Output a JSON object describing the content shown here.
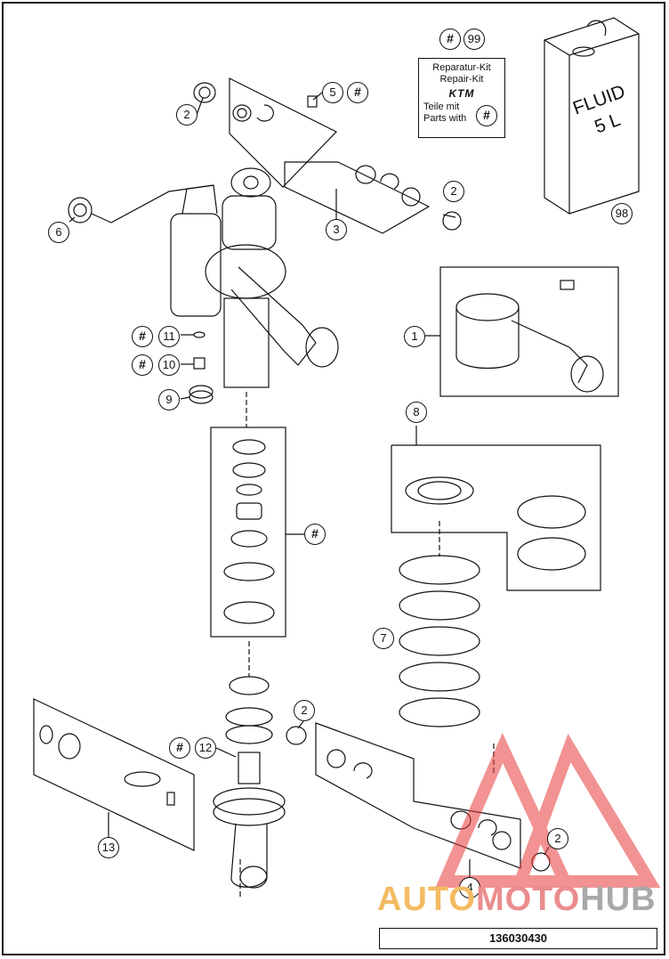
{
  "document_number": "136030430",
  "watermark": {
    "part1": "AUTO",
    "part2": "MOTO",
    "part3": "HUB"
  },
  "kit_label": {
    "line1": "Reparatur-Kit",
    "line2": "Repair-Kit",
    "brand": "KTM",
    "line3": "Teile mit",
    "line4": "Parts with",
    "hash": "#"
  },
  "fluid_can": {
    "line1": "FLUID",
    "line2": "5 L"
  },
  "callouts": {
    "c99": "99",
    "c99_hash": "#",
    "c98": "98",
    "c2a": "2",
    "c5": "5",
    "c5_hash": "#",
    "c2b": "2",
    "c3": "3",
    "c6": "6",
    "c1": "1",
    "c11": "11",
    "c11_hash": "#",
    "c10": "10",
    "c10_hash": "#",
    "c9": "9",
    "c8": "8",
    "c_stack_hash": "#",
    "c7": "7",
    "c2c": "2",
    "c12": "12",
    "c12_hash": "#",
    "c13": "13",
    "c2d": "2",
    "c4": "4"
  },
  "colors": {
    "line": "#111111",
    "watermark_red": "#e83a3a",
    "watermark_orange": "#f3bb62",
    "watermark_gray": "#a9a9a9"
  }
}
